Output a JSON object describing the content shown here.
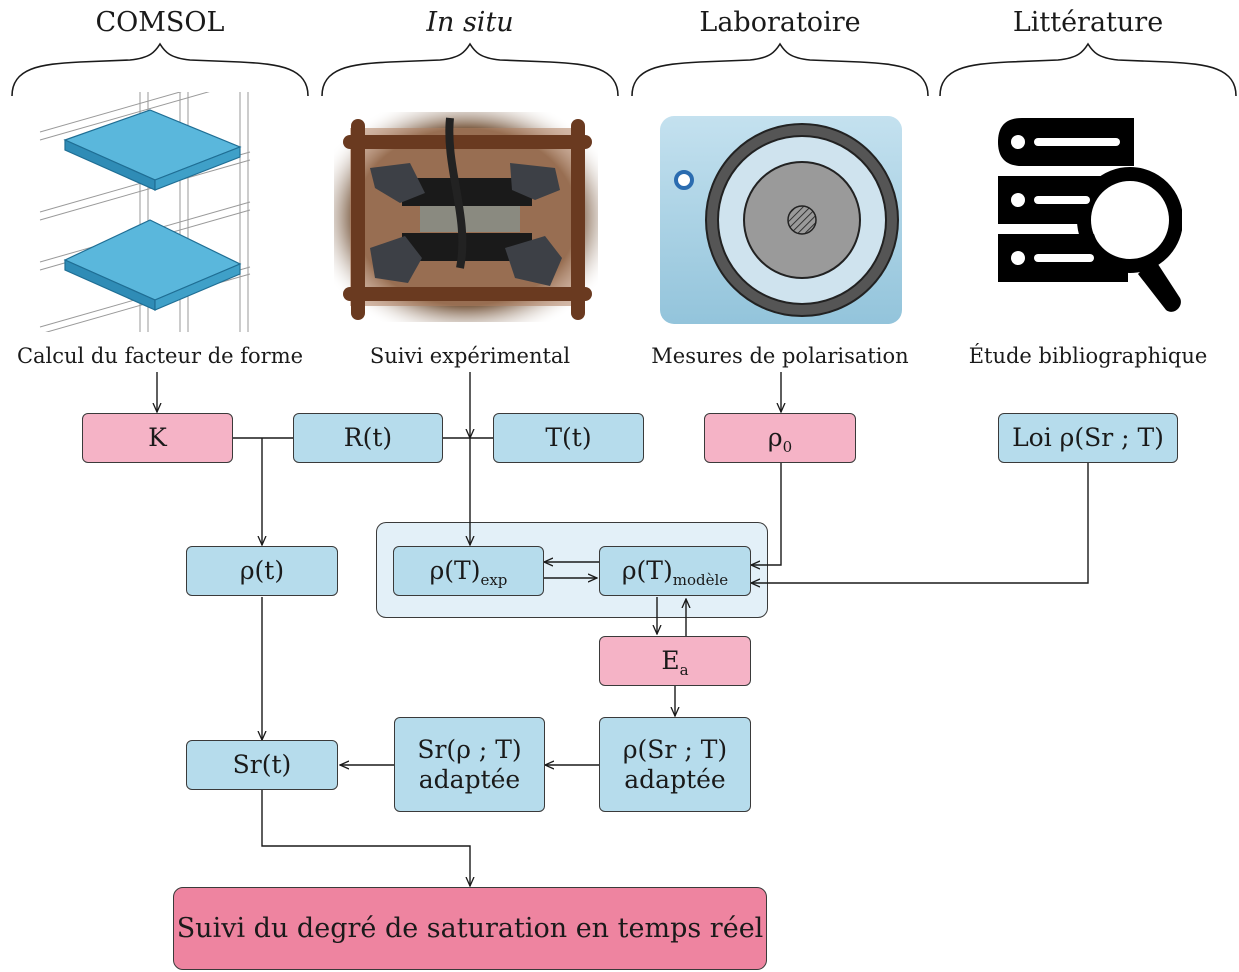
{
  "headers": {
    "comsol": "COMSOL",
    "in_situ": "In situ",
    "laboratoire": "Laboratoire",
    "litterature": "Littérature"
  },
  "captions": {
    "comsol": "Calcul du facteur de forme",
    "in_situ": "Suivi expérimental",
    "laboratoire": "Mesures de polarisation",
    "litterature": "Étude bibliographique"
  },
  "nodes": {
    "K": "K",
    "R_t": "R(t)",
    "T_t": "T(t)",
    "rho0_base": "ρ",
    "rho0_sub": "0",
    "loi": "Loi ρ(Sr ; T)",
    "rho_t": "ρ(t)",
    "rho_T_exp_base": "ρ(T)",
    "rho_T_exp_sub": "exp",
    "rho_T_mod_base": "ρ(T)",
    "rho_T_mod_sub": "modèle",
    "Ea_base": "E",
    "Ea_sub": "a",
    "sr_t": "Sr(t)",
    "sr_rho_T_line1": "Sr(ρ ; T)",
    "sr_rho_T_line2": "adaptée",
    "rho_sr_T_line1": "ρ(Sr ; T)",
    "rho_sr_T_line2": "adaptée",
    "final": "Suivi du degré de saturation en temps réel"
  },
  "colors": {
    "blue_node": "#b6dcec",
    "pink_node": "#f5b3c6",
    "final_node": "#ee84a0",
    "group_bg": "#e3f0f8",
    "line": "#1a1a1a"
  },
  "icons": {
    "comsol": "3d-slab-model-image",
    "in_situ": "sensor-photo-image",
    "laboratoire": "polarisation-cell-image",
    "litterature": "database-search-icon"
  }
}
